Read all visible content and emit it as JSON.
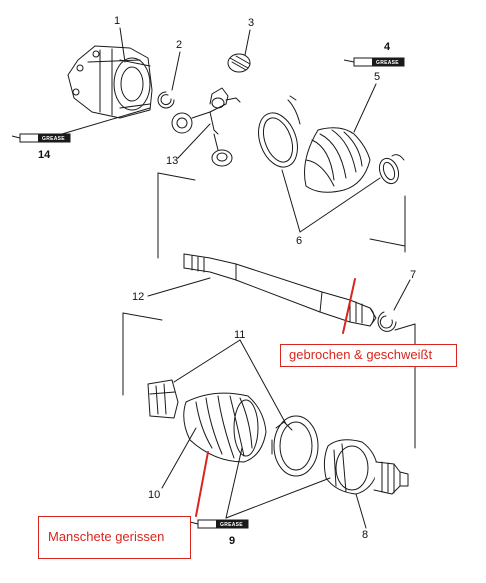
{
  "diagram": {
    "part_numbers": [
      "1",
      "2",
      "3",
      "4",
      "5",
      "6",
      "7",
      "8",
      "9",
      "10",
      "11",
      "12",
      "13",
      "14"
    ],
    "grease_label": "GREASE",
    "colors": {
      "line": "#1a1a1a",
      "callout": "#d9251d"
    }
  },
  "callouts": {
    "broken": "gebrochen & geschweißt",
    "torn": "Manschete gerissen"
  }
}
